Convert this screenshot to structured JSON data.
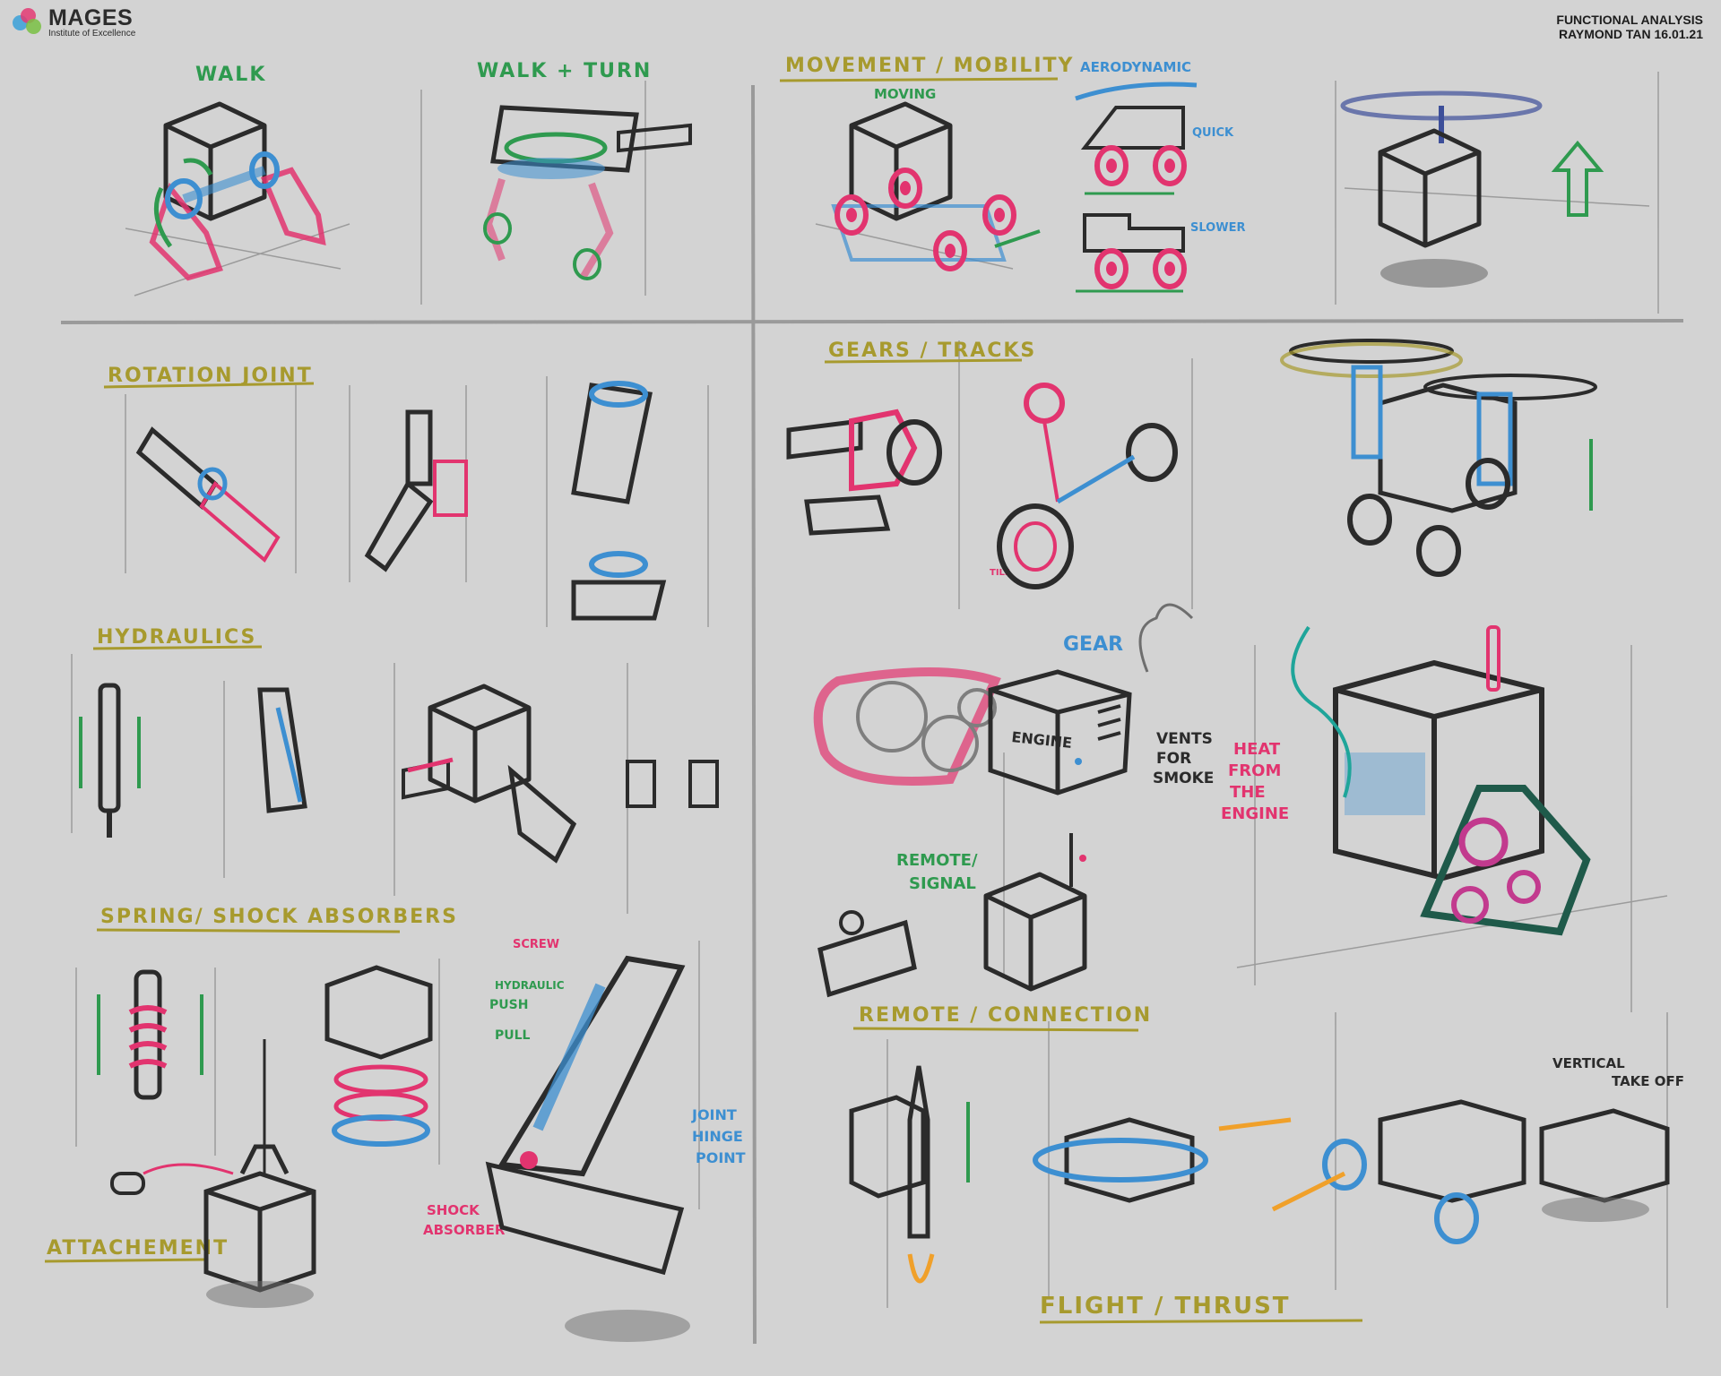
{
  "brand": {
    "name": "MAGES",
    "tagline": "Institute of Excellence",
    "colors": [
      "#3aa0d8",
      "#e33a73",
      "#79c043"
    ]
  },
  "meta": {
    "line1": "FUNCTIONAL ANALYSIS",
    "line2": "RAYMOND TAN    16.01.21"
  },
  "palette": {
    "ink": "#2b2b2b",
    "grid": "#8e8e8e",
    "pink": "#e2346f",
    "blue": "#3d8fd1",
    "green": "#2f9a4f",
    "olive": "#a79a2e",
    "teal": "#1fa59a",
    "orange": "#f0a02a"
  },
  "sections": {
    "walk": "WALK",
    "walk_turn": "WALK + TURN",
    "movement": "MOVEMENT / MOBILITY",
    "rotation": "ROTATION  JOINT",
    "hydraulics": "HYDRAULICS",
    "spring": "SPRING/ SHOCK ABSORBERS",
    "attachment": "ATTACHEMENT",
    "gears": "GEARS / TRACKS",
    "remote_connection": "REMOTE / CONNECTION",
    "flight": "FLIGHT  /  THRUST"
  },
  "notes": {
    "moving": "MOVING",
    "aerodynamic": "AERODYNAMIC",
    "quick": "QUICK",
    "slower": "SLOWER",
    "tilt": "TILT",
    "gear": "GEAR",
    "engine": "ENGINE",
    "vents": "VENTS",
    "for": "FOR",
    "smoke": "SMOKE",
    "heat": "HEAT",
    "from": "FROM",
    "the": "THE",
    "engine2": "ENGINE",
    "remote": "REMOTE/",
    "signal": "SIGNAL",
    "screw": "SCREW",
    "hydraulic": "HYDRAULIC",
    "push": "PUSH",
    "pull": "PULL",
    "joint": "JOINT",
    "hinge": "HINGE",
    "point": "POINT",
    "shock": "SHOCK",
    "absorber": "ABSORBER",
    "vertical": "VERTICAL",
    "takeoff": "TAKE OFF"
  }
}
